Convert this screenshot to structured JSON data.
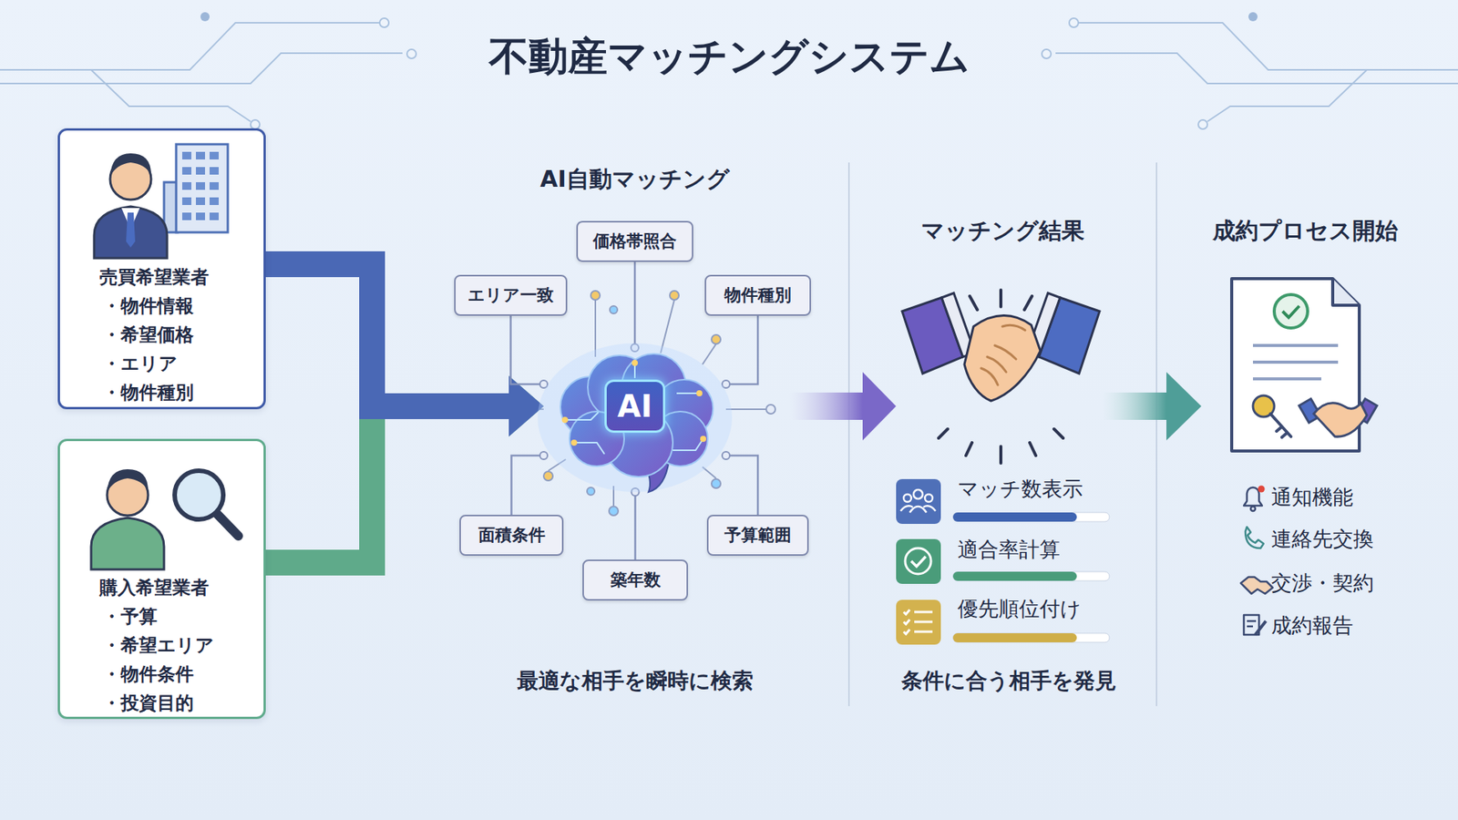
{
  "diagram": {
    "title": "不動産マッチングシステム",
    "nodes": [
      {
        "text": [
          "売買希望業者",
          "・物件情報",
          "・希望価格",
          "・エリア",
          "・物件種別"
        ]
      },
      {
        "text": [
          "購入希望業者",
          "・予算",
          "・希望エリア",
          "・物件条件",
          "・投資目的"
        ]
      },
      {
        "text": [
          "AI"
        ]
      },
      {
        "text": [
          "価格帯照合"
        ]
      },
      {
        "text": [
          "エリア一致"
        ]
      },
      {
        "text": [
          "物件種別"
        ]
      },
      {
        "text": [
          "面積条件"
        ]
      },
      {
        "text": [
          "築年数"
        ]
      },
      {
        "text": [
          "予算範囲"
        ]
      }
    ],
    "edges": [
      {
        "from": 0,
        "to": 2,
        "arrow": "to"
      },
      {
        "from": 1,
        "to": 2,
        "arrow": "to"
      },
      {
        "from": 2,
        "to": 3,
        "arrow": "none"
      },
      {
        "from": 2,
        "to": 4,
        "arrow": "none"
      },
      {
        "from": 2,
        "to": 5,
        "arrow": "none"
      },
      {
        "from": 2,
        "to": 6,
        "arrow": "none"
      },
      {
        "from": 2,
        "to": 7,
        "arrow": "none"
      },
      {
        "from": 2,
        "to": 8,
        "arrow": "none"
      }
    ],
    "labels": [
      "AI自動マッチング",
      "最適な相手を瞬時に検索",
      "マッチング結果",
      "マッチ数表示",
      "適合率計算",
      "優先順位付け",
      "条件に合う相手を発見",
      "成約プロセス開始",
      "通知機能",
      "連絡先交換",
      "交渉・契約",
      "成約報告"
    ]
  }
}
